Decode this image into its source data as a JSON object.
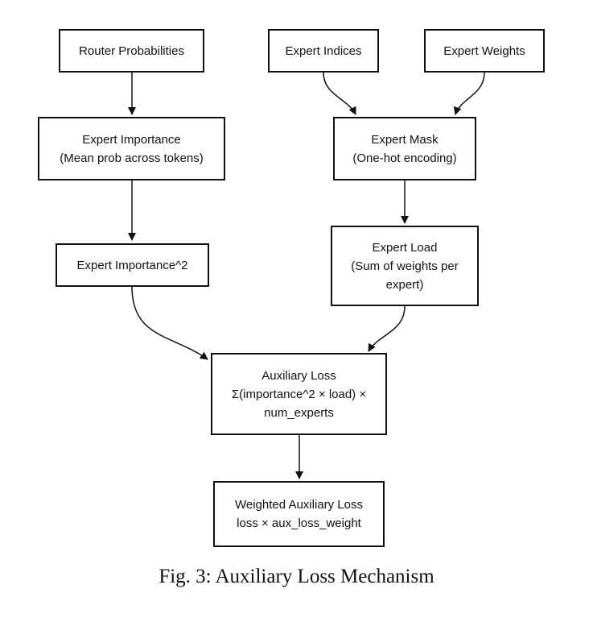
{
  "nodes": {
    "router_probs": {
      "line1": "Router Probabilities"
    },
    "expert_indices": {
      "line1": "Expert Indices"
    },
    "expert_weights": {
      "line1": "Expert Weights"
    },
    "expert_importance": {
      "line1": "Expert Importance",
      "line2": "(Mean prob across tokens)"
    },
    "expert_mask": {
      "line1": "Expert Mask",
      "line2": "(One-hot encoding)"
    },
    "importance_sq": {
      "line1": "Expert Importance^2"
    },
    "expert_load": {
      "line1": "Expert Load",
      "line2": "(Sum of weights per",
      "line3": "expert)"
    },
    "aux_loss": {
      "line1": "Auxiliary Loss",
      "line2": "Σ(importance^2 × load) ×",
      "line3": "num_experts"
    },
    "weighted_loss": {
      "line1": "Weighted Auxiliary Loss",
      "line2": "loss × aux_loss_weight"
    }
  },
  "caption": "Fig. 3: Auxiliary Loss Mechanism"
}
